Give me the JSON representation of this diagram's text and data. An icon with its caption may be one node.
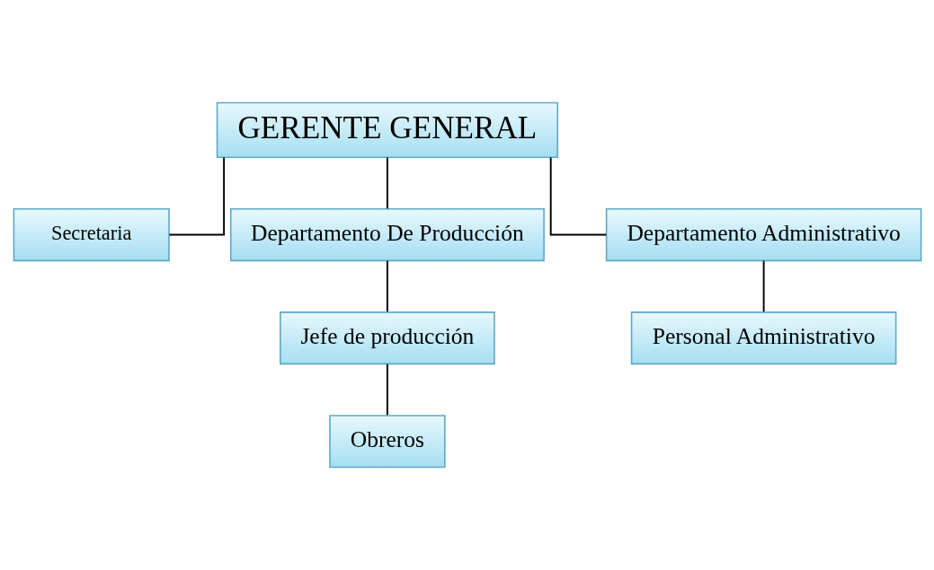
{
  "diagram": {
    "nodes": [
      {
        "text": [
          "GERENTE GENERAL"
        ]
      },
      {
        "text": [
          "Secretaria"
        ]
      },
      {
        "text": [
          "Departamento De Producción"
        ]
      },
      {
        "text": [
          "Departamento Administrativo"
        ]
      },
      {
        "text": [
          "Jefe de producción"
        ]
      },
      {
        "text": [
          "Personal Administrativo"
        ]
      },
      {
        "text": [
          "Obreros"
        ]
      }
    ],
    "edges": [
      {
        "from": 0,
        "to": 1,
        "arrow": "none"
      },
      {
        "from": 0,
        "to": 2,
        "arrow": "none"
      },
      {
        "from": 0,
        "to": 3,
        "arrow": "none"
      },
      {
        "from": 2,
        "to": 4,
        "arrow": "none"
      },
      {
        "from": 4,
        "to": 6,
        "arrow": "none"
      },
      {
        "from": 3,
        "to": 5,
        "arrow": "none"
      }
    ]
  }
}
